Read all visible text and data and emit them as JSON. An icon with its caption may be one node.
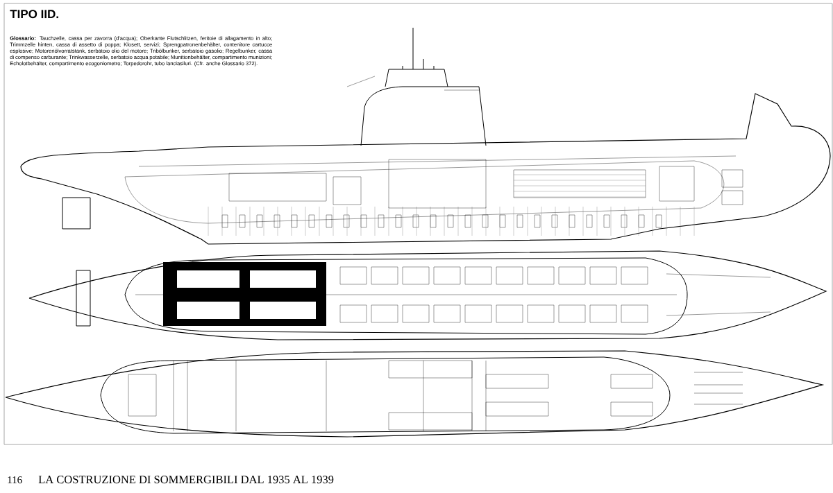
{
  "diagram": {
    "title": "TIPO IID.",
    "labels": [
      "**Glossario:** Tauchzelle, cassa per zavorra (d'acqua); Oberkante Flutschlitzen, feritoie di allagamento in alto; Trimmzelle hinten, cassa di assetto di poppa; Klosett, servizi; Sprengpatronenbehälter, contenitore cartucce esplosive; Motorenölvorratstank, serbatoio olio del motore; Tribölbunker, serbatoio gasolio; Regelbunker, cassa di compenso carburante; Trinkwasserzelle, serbatoio acqua potabile; Munitionbehälter, compartimento munizioni; Echolotbehälter, compartimento ecogoniometro; Torpedorohr, tubo lanciasiluri. (Cfr. anche Glossario 372).",
      "116",
      "LA COSTRUZIONE DI SOMMERGIBILI DAL 1935 AL 1939"
    ]
  }
}
